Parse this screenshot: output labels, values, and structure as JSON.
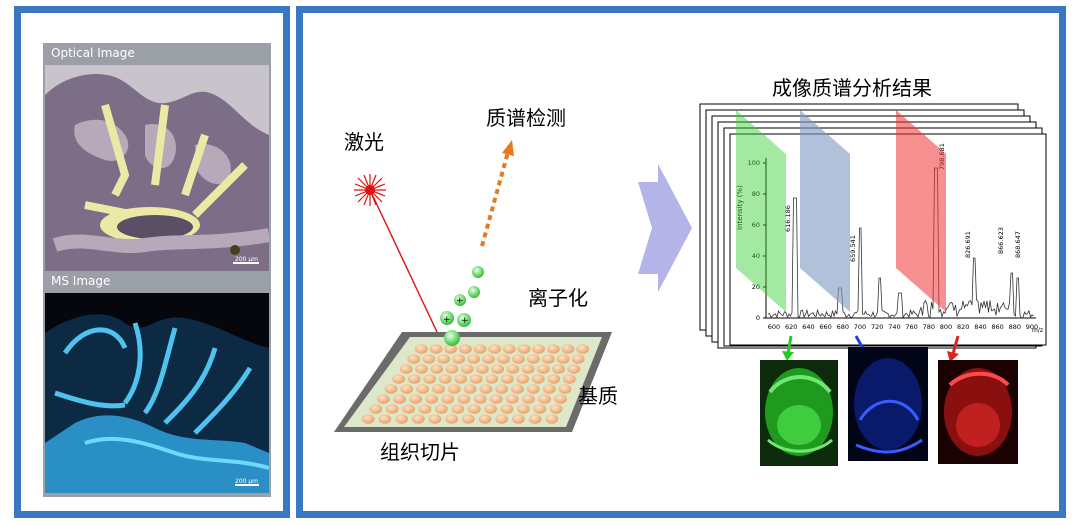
{
  "left": {
    "optical_caption": "Optical Image",
    "ms_caption": "MS Image",
    "scale_bar": "200 µm"
  },
  "labels": {
    "laser": "激光",
    "ms_detection": "质谱检测",
    "ionization": "离子化",
    "matrix": "基质",
    "tissue_section": "组织切片",
    "result_title": "成像质谱分析结果"
  },
  "spectrum": {
    "ylabel": "Intensity (%)",
    "xlabel": "m/z",
    "yticks": [
      "0",
      "20",
      "40",
      "60",
      "80",
      "100"
    ],
    "xticks": [
      "600",
      "620",
      "640",
      "660",
      "680",
      "700",
      "720",
      "740",
      "760",
      "780",
      "800",
      "820",
      "840",
      "860",
      "880",
      "900"
    ],
    "peak_labels": [
      "616.186",
      "659.541",
      "798.681",
      "826.691",
      "866.623",
      "868.647"
    ]
  },
  "colors": {
    "border": "#3b78c4",
    "green_channel": "#33cc33",
    "blue_channel": "#2244ee",
    "red_channel": "#dd2222",
    "arrow_big": "#b4b4e8",
    "detect_arrow": "#e87a1e"
  }
}
